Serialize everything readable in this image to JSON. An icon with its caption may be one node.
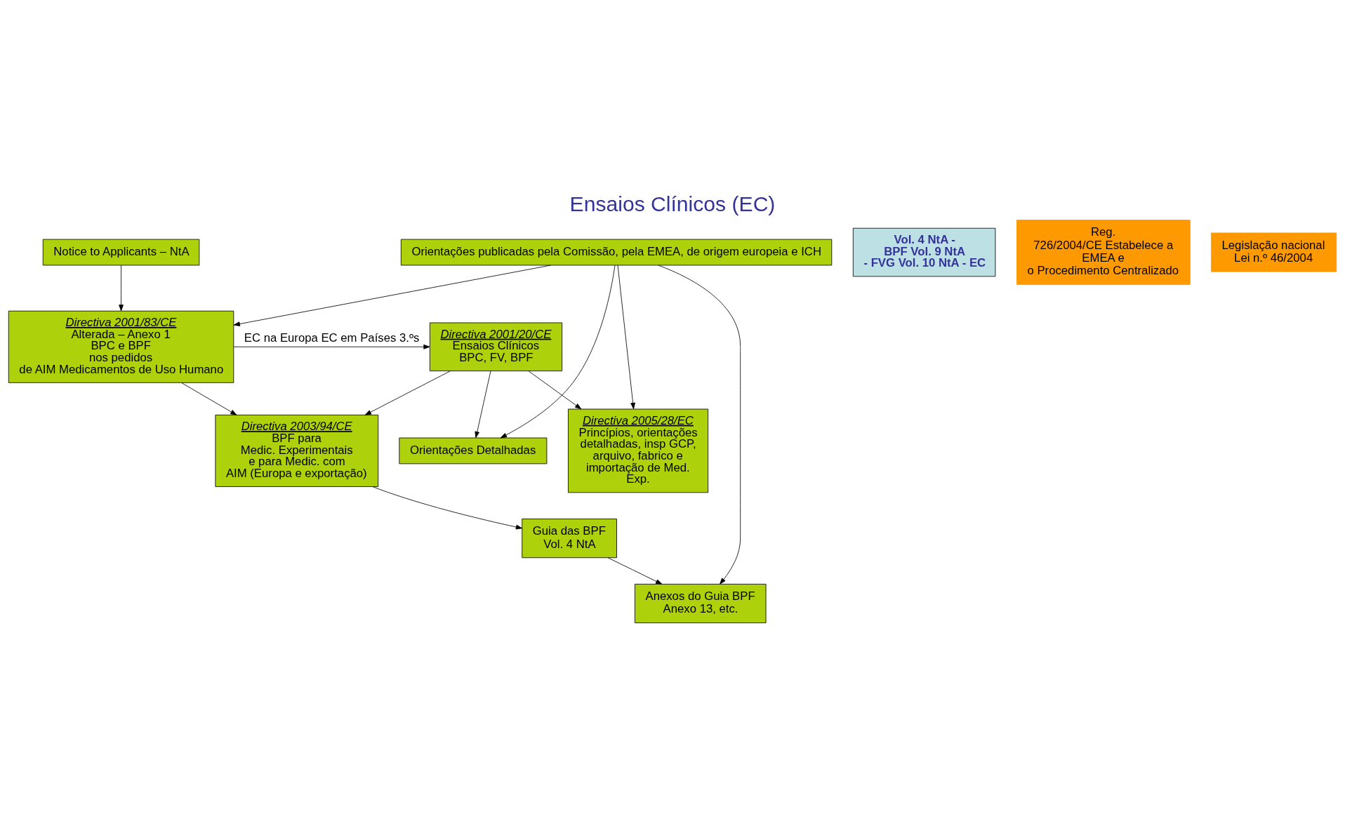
{
  "diagram": {
    "title": "Ensaios Clínicos (EC)",
    "nodes": [
      {
        "text": [
          "Directiva 2001/20/CE",
          "Ensaios Clínicos",
          "BPC, FV, BPF"
        ]
      },
      {
        "text": [
          "Directiva 2001/83/CE",
          "Alterada – Anexo 1 BPC e BPF nos pedidos de AIM Medicamentos de Uso Humano"
        ]
      },
      {
        "text": [
          "Directiva 2003/94/CE",
          "BPF para Medic. Experimentais e para Medic. com AIM (Europa e exportação)"
        ]
      },
      {
        "text": [
          "Notice to Applicants – NtA"
        ]
      },
      {
        "text": [
          "Directiva 2005/28/EC",
          "Princípios, orientações detalhadas, insp GCP, arquivo, fabrico e importação de Med. Exp."
        ]
      },
      {
        "text": [
          "Guia das BPF Vol. 4 NtA"
        ]
      },
      {
        "text": [
          "Vol. 4 NtA - BPF Vol. 9 NtA - FVG Vol. 10 NtA - EC"
        ]
      },
      {
        "text": [
          "Anexos do Guia BPF Anexo 13, etc."
        ]
      },
      {
        "text": [
          "Orientações Detalhadas"
        ]
      },
      {
        "text": [
          "Reg. 726/2004/CE Estabelece a EMEA e o Procedimento Centralizado"
        ]
      },
      {
        "text": [
          "Legislação nacional Lei n.º 46/2004"
        ]
      },
      {
        "text": [
          "Orientações publicadas pela Comissão, pela EMEA, de origem europeia e ICH"
        ]
      }
    ],
    "edges": [
      {
        "from": 1,
        "to": 0,
        "arrow": "to",
        "label": "EC na Europa EC em Países 3.ºs"
      },
      {
        "from": 0,
        "to": 2,
        "arrow": "to"
      },
      {
        "from": 1,
        "to": 2,
        "arrow": "to"
      },
      {
        "from": 0,
        "to": 4,
        "arrow": "to"
      },
      {
        "from": 0,
        "to": 8,
        "arrow": "to"
      },
      {
        "from": 3,
        "to": 1,
        "arrow": "to"
      },
      {
        "from": 11,
        "to": 1,
        "arrow": "to"
      },
      {
        "from": 2,
        "to": 5,
        "arrow": "to"
      },
      {
        "from": 5,
        "to": 7,
        "arrow": "to"
      },
      {
        "from": 11,
        "to": 7,
        "arrow": "to"
      },
      {
        "from": 11,
        "to": 4,
        "arrow": "to"
      },
      {
        "from": 11,
        "to": 8,
        "arrow": "to"
      }
    ]
  }
}
